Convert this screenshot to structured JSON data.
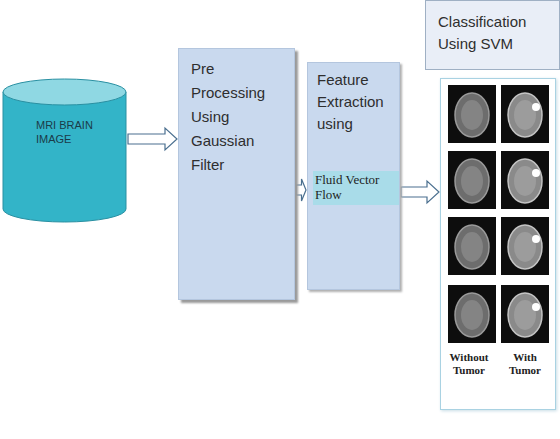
{
  "diagram": {
    "nodes": [
      {
        "text": [
          "MRI BRAIN IMAGE"
        ]
      },
      {
        "text": [
          "Pre Processing Using Gaussian Filter"
        ]
      },
      {
        "text": [
          "Feature Extraction using"
        ]
      },
      {
        "text": [
          "Fluid Vector Flow"
        ],
        "in": 2
      },
      {
        "text": [
          "Classification Using SVM"
        ]
      },
      {
        "text": [
          "Without Tumor",
          "With Tumor"
        ]
      }
    ],
    "edges": [
      {
        "from": 0,
        "to": 1,
        "arrow": "to"
      },
      {
        "from": 1,
        "to": 2,
        "arrow": "to"
      },
      {
        "from": 2,
        "to": 5,
        "arrow": "to"
      }
    ]
  }
}
